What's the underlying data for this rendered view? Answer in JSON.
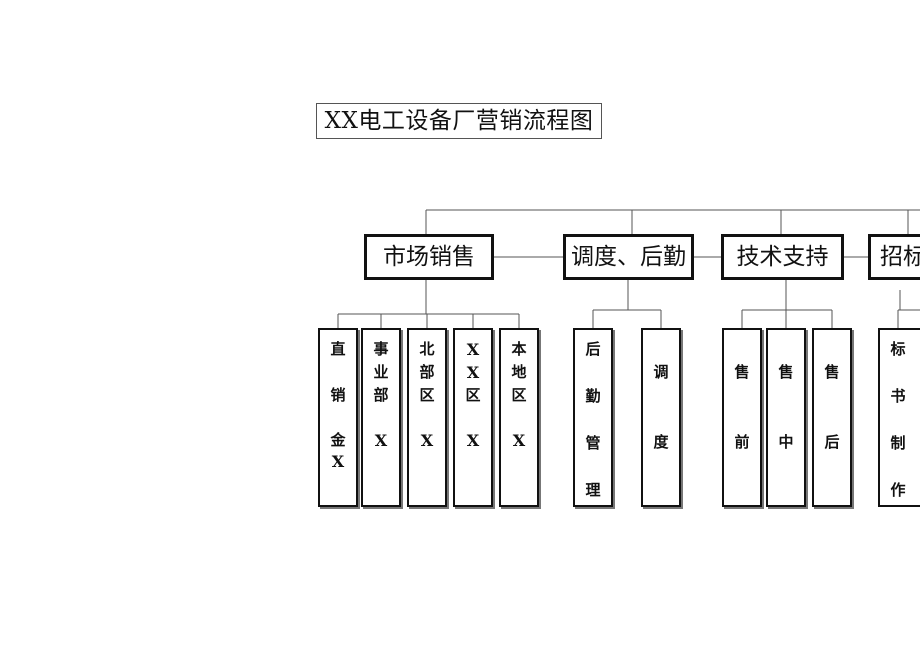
{
  "title": "XX电工设备厂营销流程图",
  "categories": [
    {
      "label": "市场销售",
      "children": [
        {
          "label": "直销金X",
          "chars": [
            "直",
            "销",
            "金",
            "X"
          ]
        },
        {
          "label": "事业部X",
          "chars": [
            "事",
            "业",
            "部",
            "X"
          ]
        },
        {
          "label": "北部区X",
          "chars": [
            "北",
            "部",
            "区",
            "X"
          ]
        },
        {
          "label": "XX区X",
          "chars": [
            "X",
            "X",
            "区",
            "X"
          ]
        },
        {
          "label": "本地区X",
          "chars": [
            "本",
            "地",
            "区",
            "X"
          ]
        }
      ]
    },
    {
      "label": "调度、后勤",
      "children": [
        {
          "label": "后勤管理",
          "chars": [
            "后",
            "勤",
            "管",
            "理"
          ]
        },
        {
          "label": "调度",
          "chars": [
            "调",
            "度"
          ]
        }
      ]
    },
    {
      "label": "技术支持",
      "children": [
        {
          "label": "售前",
          "chars": [
            "售",
            "前"
          ]
        },
        {
          "label": "售中",
          "chars": [
            "售",
            "中"
          ]
        },
        {
          "label": "售后",
          "chars": [
            "售",
            "后"
          ]
        }
      ]
    },
    {
      "label": "招标",
      "children": [
        {
          "label": "标书制作",
          "chars": [
            "标",
            "书",
            "制",
            "作"
          ]
        }
      ]
    }
  ]
}
